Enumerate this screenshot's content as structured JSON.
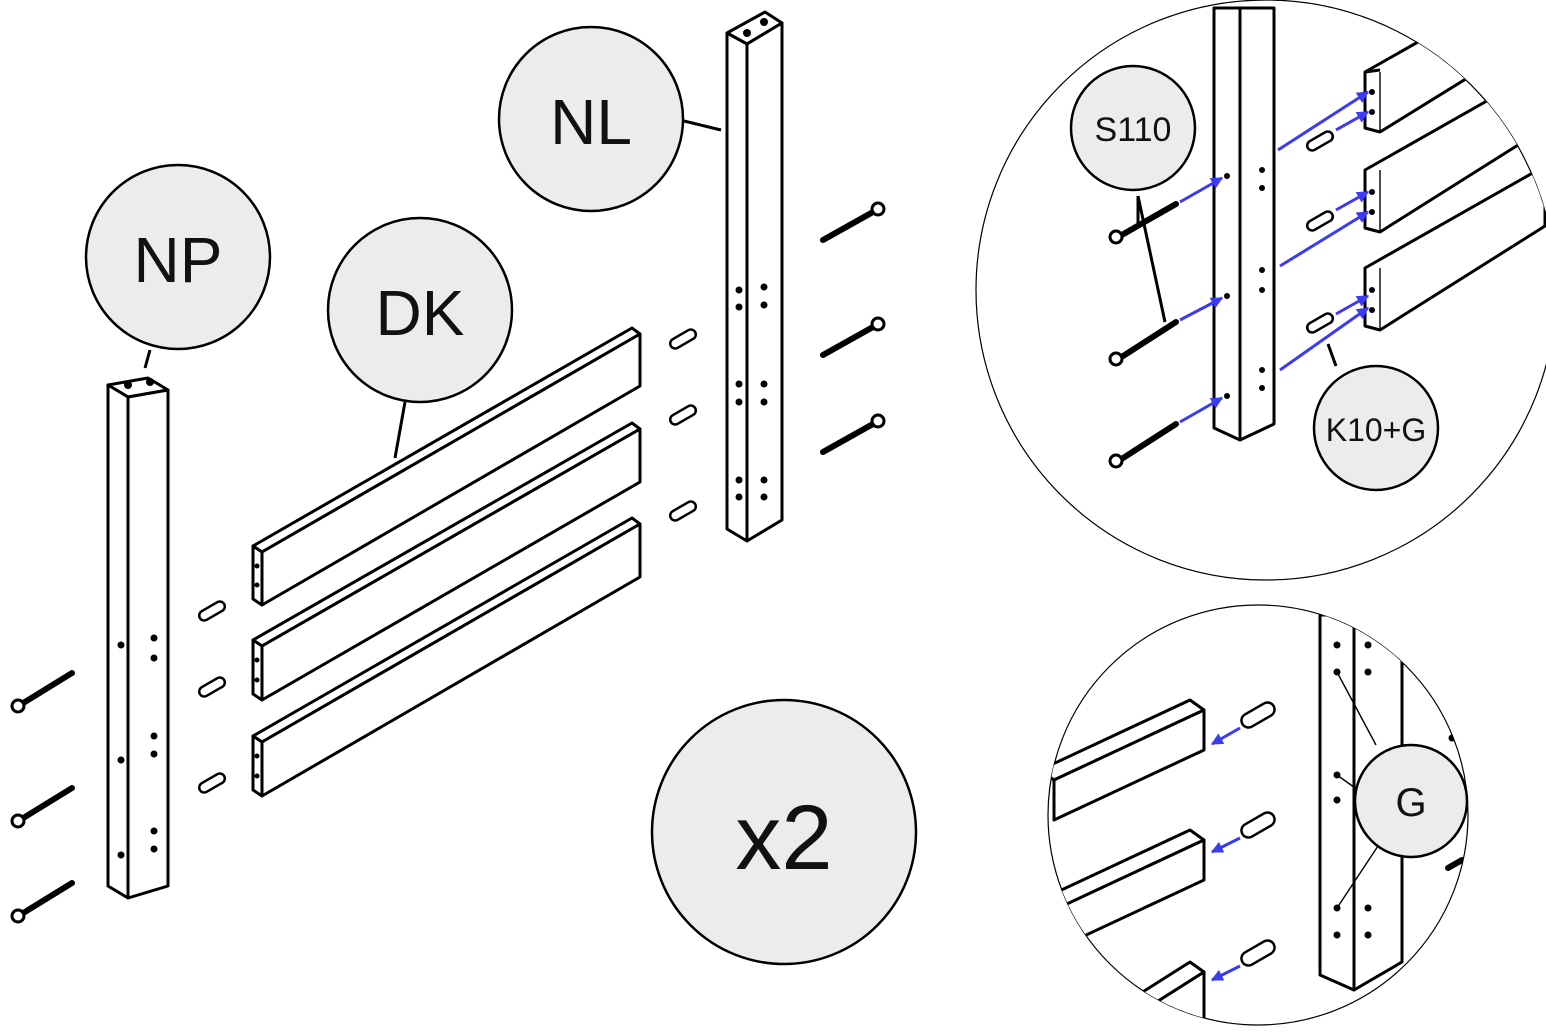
{
  "callouts": {
    "np": "NP",
    "dk": "DK",
    "nl": "NL",
    "s110": "S110",
    "k10g": "K10+G",
    "g": "G",
    "quantity": "x2"
  },
  "colors": {
    "callout_fill": "#ececec",
    "arrow": "#3b3bf0",
    "line": "#000000"
  }
}
